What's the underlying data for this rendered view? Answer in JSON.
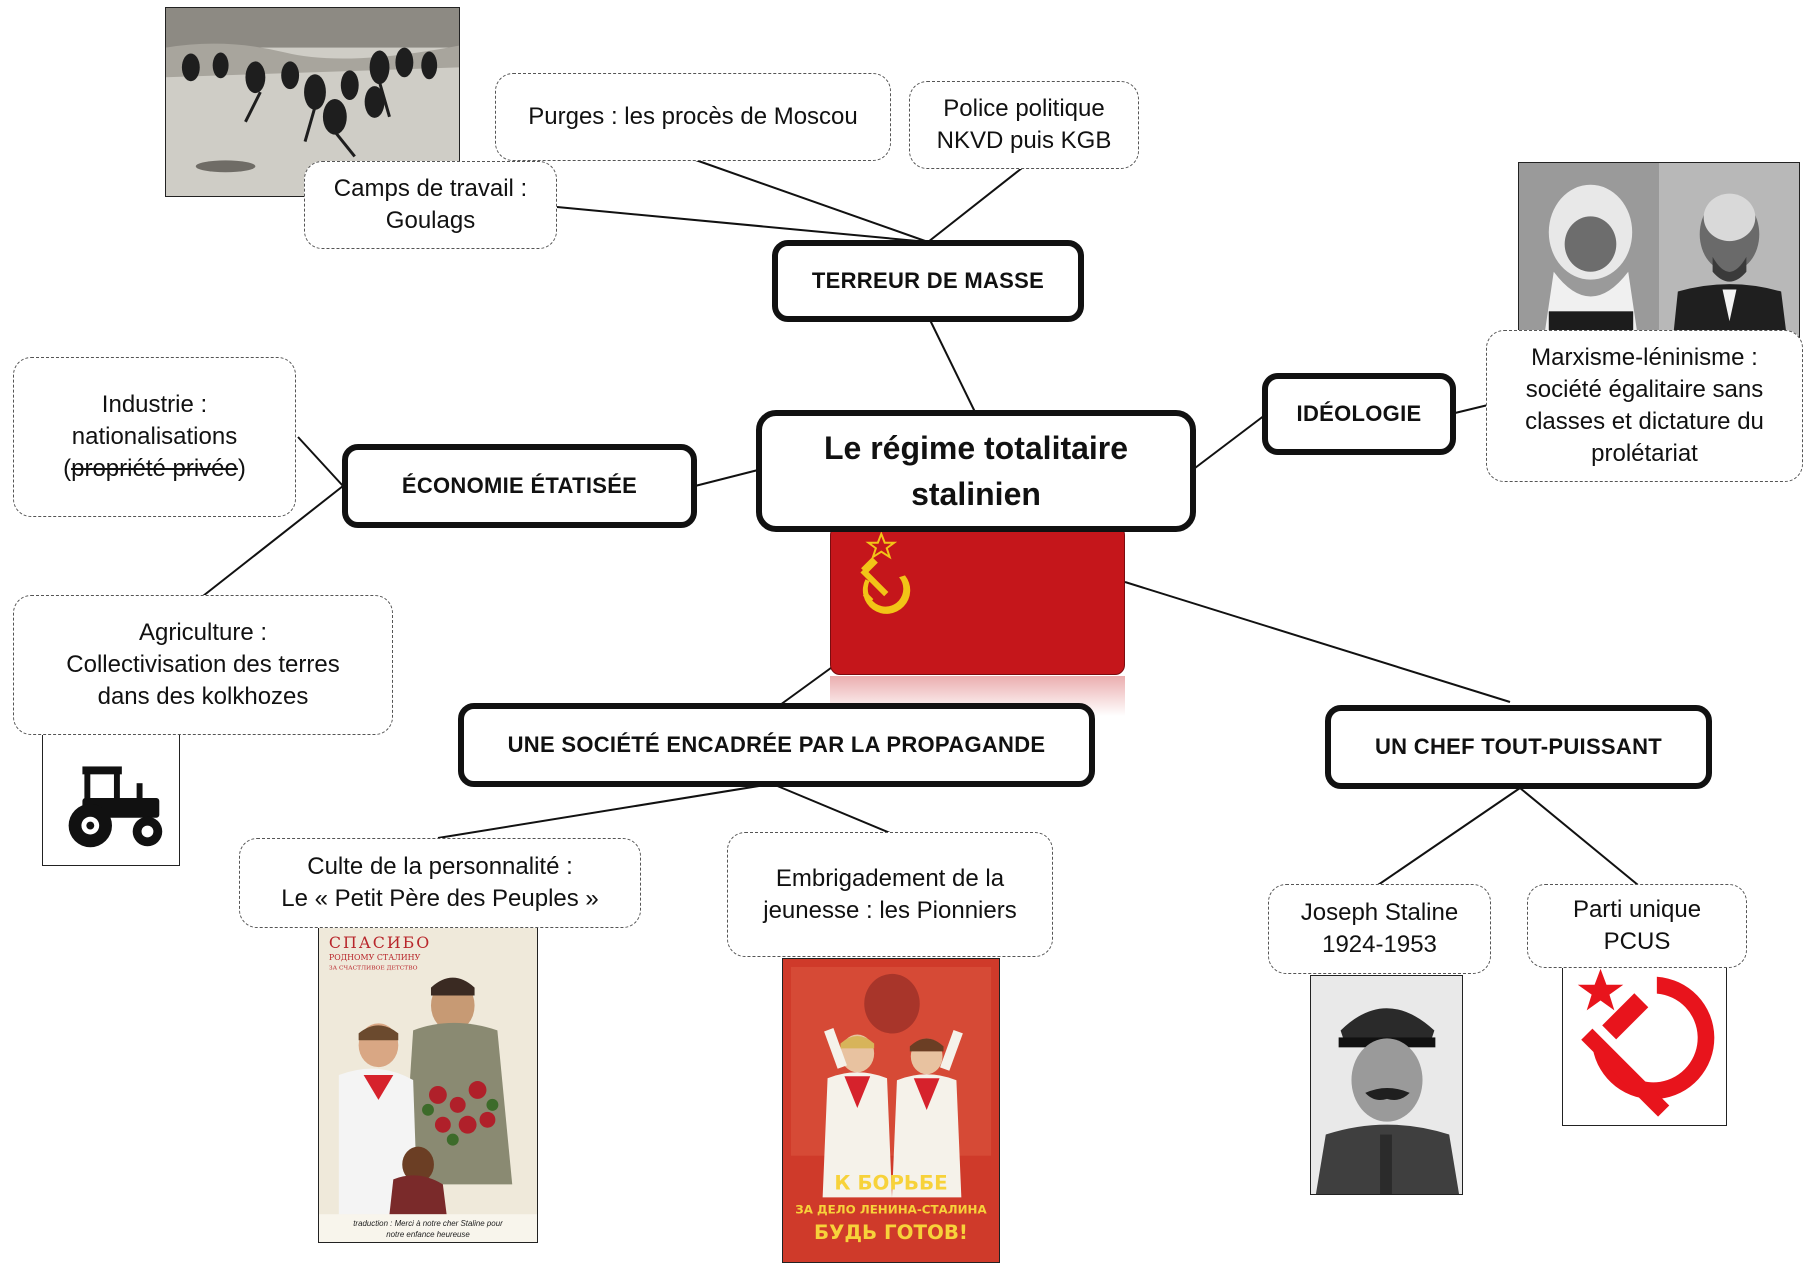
{
  "root": {
    "line1": "Le régime totalitaire",
    "line2": "stalinien"
  },
  "branches": {
    "terreur": {
      "title": "TERREUR DE MASSE",
      "items": {
        "purges": "Purges : les procès de Moscou",
        "police_l1": "Police politique",
        "police_l2": "NKVD puis KGB",
        "camps_l1": "Camps de travail :",
        "camps_l2": "Goulags"
      }
    },
    "ideologie": {
      "title": "IDÉOLOGIE",
      "items": {
        "marx_l1": "Marxisme-léninisme :",
        "marx_l2": "société égalitaire sans",
        "marx_l3": "classes et dictature du",
        "marx_l4": "prolétariat"
      }
    },
    "economie": {
      "title": "ÉCONOMIE ÉTATISÉE",
      "items": {
        "industrie_l1": "Industrie :",
        "industrie_l2": "nationalisations",
        "industrie_l3_open": "(",
        "industrie_l3_struck": "propriété privée",
        "industrie_l3_close": ")",
        "agri_l1": "Agriculture :",
        "agri_l2": "Collectivisation des terres",
        "agri_l3": "dans des kolkhozes"
      }
    },
    "societe": {
      "title": "UNE SOCIÉTÉ ENCADRÉE  PAR LA PROPAGANDE",
      "items": {
        "culte_l1": "Culte de la personnalité :",
        "culte_l2": "Le « Petit Père des Peuples »",
        "jeunesse_l1": "Embrigadement de la",
        "jeunesse_l2": "jeunesse : les Pionniers"
      }
    },
    "chef": {
      "title": "UN CHEF TOUT-PUISSANT",
      "items": {
        "staline_l1": "Joseph Staline",
        "staline_l2": "1924-1953",
        "parti_l1": "Parti unique",
        "parti_l2": "PCUS"
      }
    }
  },
  "posters": {
    "stalin_poster": {
      "header_l1": "СПАСИБО",
      "header_l2": "РОДНОМУ СТАЛИНУ",
      "header_l3": "ЗА СЧАСТЛИВОЕ ДЕТСТВО",
      "caption_l1": "traduction : Merci à notre cher Staline pour",
      "caption_l2": "notre enfance heureuse"
    },
    "pioneer_poster": {
      "line1": "К БОРЬБЕ",
      "line2": "ЗА ДЕЛО ЛЕНИНА-СТАЛИНА",
      "line3": "БУДЬ ГОТОВ!"
    }
  },
  "colors": {
    "flag_red": "#c5161b",
    "emblem_gold": "#f2c417",
    "sickle_red": "#e8141c",
    "poster_red": "#cf3a2a"
  },
  "icons": [
    "hammer-sickle-icon",
    "star-icon",
    "tractor-icon"
  ]
}
